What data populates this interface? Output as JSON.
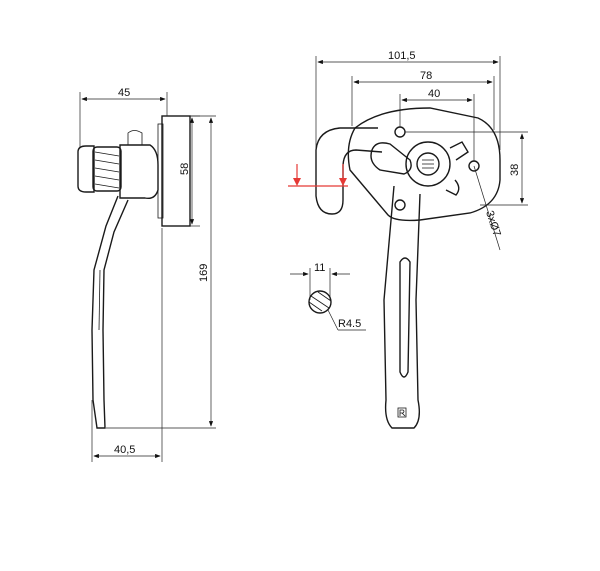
{
  "dimensions": {
    "side_top_width": "45",
    "side_plate_height": "58",
    "side_total_height": "169",
    "side_bottom_width": "40,5",
    "front_overall_width": "101,5",
    "front_plate_width": "78",
    "front_hole_spacing": "40",
    "front_hole_height": "38",
    "hole_callout": "3xØ7",
    "detail_width": "11",
    "detail_radius": "R4.5"
  },
  "colors": {
    "line": "#1a1a1a",
    "marker": "#e53935"
  }
}
